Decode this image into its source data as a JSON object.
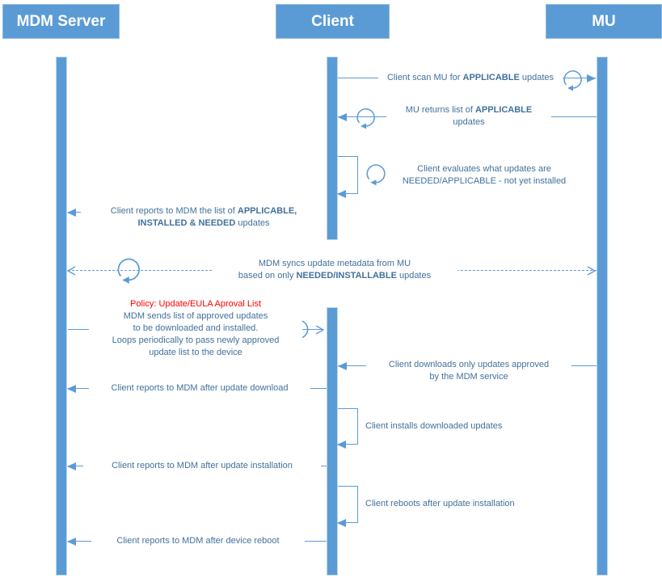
{
  "colors": {
    "actor_fill": "#5B9BD5",
    "line": "#5B9BD5",
    "label_text": "#41719C",
    "policy_red": "#FF0000"
  },
  "actors": [
    {
      "id": "mdm",
      "label": "MDM Server"
    },
    {
      "id": "client",
      "label": "Client"
    },
    {
      "id": "mu",
      "label": "MU"
    }
  ],
  "messages": [
    {
      "from": "Client",
      "to": "MU",
      "type": "solid",
      "arrowhead": "filled",
      "loop_icon": true,
      "label": [
        [
          {
            "t": "Client scan MU for "
          },
          {
            "t": "APPLICABLE",
            "b": true
          },
          {
            "t": " updates"
          }
        ]
      ]
    },
    {
      "from": "MU",
      "to": "Client",
      "type": "solid",
      "arrowhead": "filled",
      "loop_icon": true,
      "label": [
        [
          {
            "t": "MU returns list of "
          },
          {
            "t": "APPLICABLE",
            "b": true
          }
        ],
        [
          {
            "t": "updates"
          }
        ]
      ]
    },
    {
      "from": "Client",
      "to": "Client",
      "type": "self",
      "arrowhead": "filled",
      "loop_icon": true,
      "label": [
        [
          {
            "t": "Client evaluates what updates are"
          }
        ],
        [
          {
            "t": "NEEDED/APPLICABLE - not yet installed"
          }
        ]
      ]
    },
    {
      "from": "Client",
      "to": "MDM Server",
      "type": "solid",
      "arrowhead": "filled",
      "loop_icon": false,
      "label": [
        [
          {
            "t": "Client reports to MDM the list of "
          },
          {
            "t": "APPLICABLE,",
            "b": true
          }
        ],
        [
          {
            "t": "INSTALLED & NEEDED",
            "b": true
          },
          {
            "t": " updates"
          }
        ]
      ]
    },
    {
      "from": "MDM Server",
      "to": "MU",
      "type": "dashed-bidirectional",
      "arrowhead": "open",
      "loop_icon": true,
      "label": [
        [
          {
            "t": "MDM syncs update metadata from MU"
          }
        ],
        [
          {
            "t": "based on only "
          },
          {
            "t": "NEEDED/INSTALLABLE",
            "b": true
          },
          {
            "t": " updates"
          }
        ]
      ]
    },
    {
      "from": "MDM Server",
      "to": "Client",
      "type": "solid",
      "arrowhead": "open",
      "loop_icon": true,
      "label": [
        [
          {
            "t": "Policy: Update/EULA Aproval List",
            "c": "#FF0000"
          }
        ],
        [
          {
            "t": "MDM sends list of approved updates"
          }
        ],
        [
          {
            "t": "to be downloaded and installed."
          }
        ],
        [
          {
            "t": "Loops periodically to pass newly approved"
          }
        ],
        [
          {
            "t": "update list to the device"
          }
        ]
      ]
    },
    {
      "from": "MU",
      "to": "Client",
      "type": "solid",
      "arrowhead": "filled",
      "loop_icon": false,
      "label": [
        [
          {
            "t": "Client downloads only updates approved"
          }
        ],
        [
          {
            "t": "by the MDM service"
          }
        ]
      ]
    },
    {
      "from": "Client",
      "to": "MDM Server",
      "type": "solid",
      "arrowhead": "filled",
      "loop_icon": false,
      "label": [
        [
          {
            "t": "Client reports to MDM after update download"
          }
        ]
      ]
    },
    {
      "from": "Client",
      "to": "Client",
      "type": "self",
      "arrowhead": "filled",
      "loop_icon": false,
      "label": [
        [
          {
            "t": "Client installs downloaded updates"
          }
        ]
      ]
    },
    {
      "from": "Client",
      "to": "MDM Server",
      "type": "solid",
      "arrowhead": "filled",
      "loop_icon": false,
      "label": [
        [
          {
            "t": "Client reports to MDM after update installation"
          }
        ]
      ]
    },
    {
      "from": "Client",
      "to": "Client",
      "type": "self",
      "arrowhead": "filled",
      "loop_icon": false,
      "label": [
        [
          {
            "t": "Client reboots after update installation"
          }
        ]
      ]
    },
    {
      "from": "Client",
      "to": "MDM Server",
      "type": "solid",
      "arrowhead": "filled",
      "loop_icon": false,
      "label": [
        [
          {
            "t": "Client reports to MDM after device reboot"
          }
        ]
      ]
    }
  ]
}
